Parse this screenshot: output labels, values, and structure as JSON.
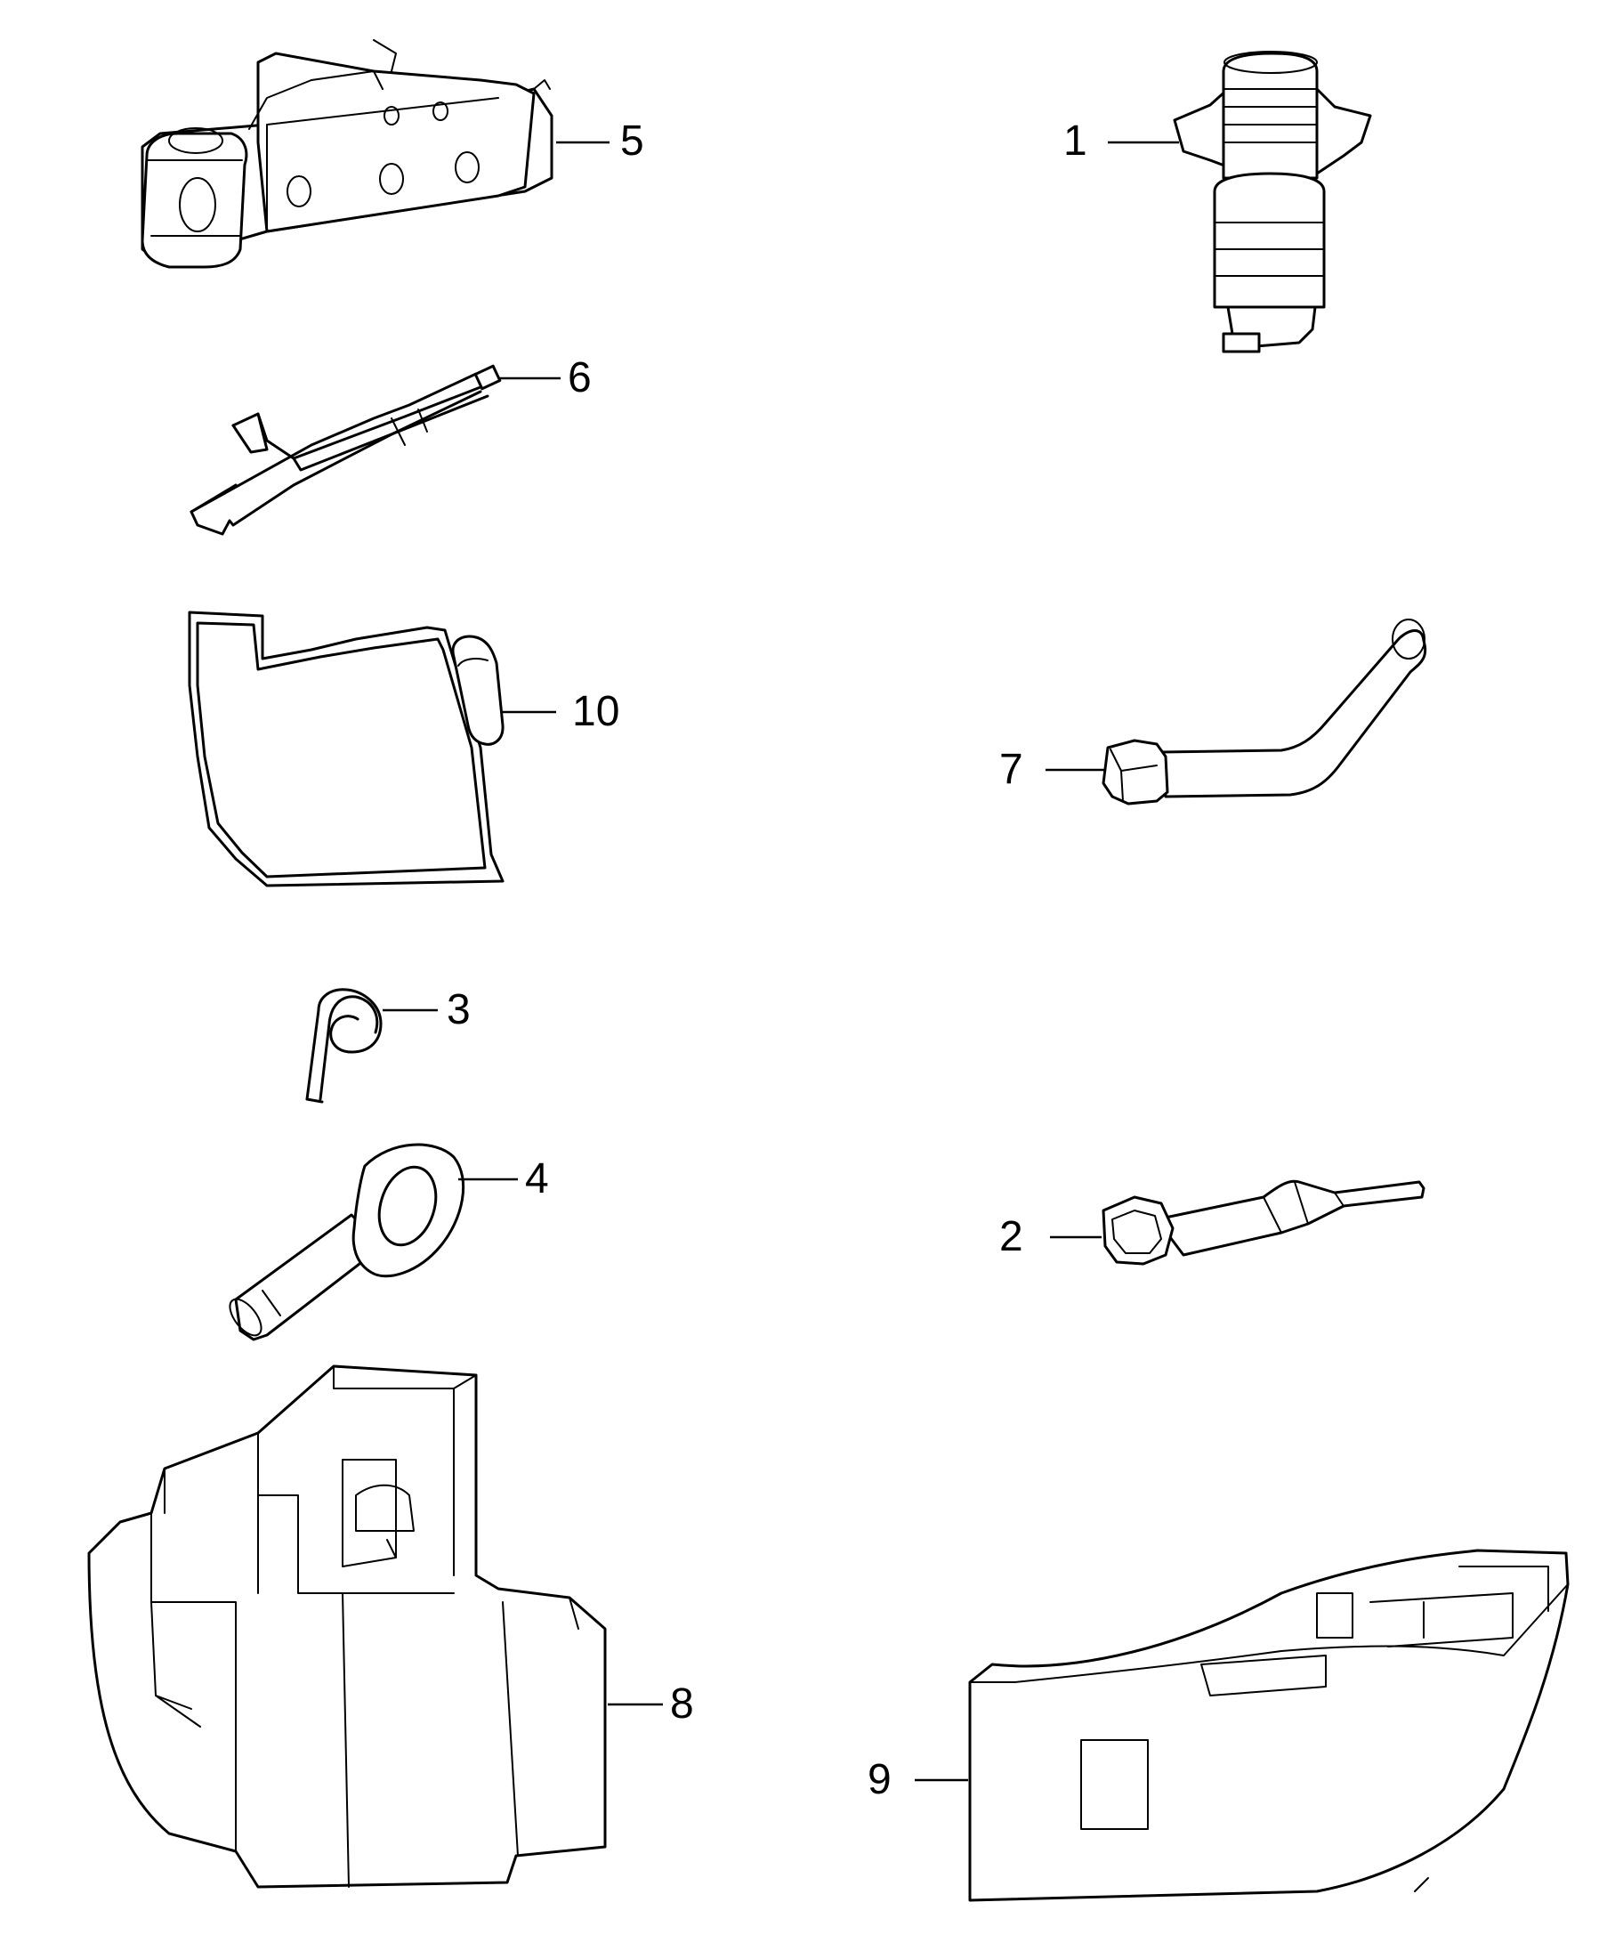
{
  "diagram": {
    "callouts": [
      {
        "id": "1",
        "part": "jack-screw-spindle"
      },
      {
        "id": "2",
        "part": "towing-eye-tool"
      },
      {
        "id": "3",
        "part": "retaining-spring-clip"
      },
      {
        "id": "4",
        "part": "towing-eye"
      },
      {
        "id": "5",
        "part": "vehicle-jack"
      },
      {
        "id": "6",
        "part": "jack-crank-handle"
      },
      {
        "id": "7",
        "part": "wheel-bolt-wrench"
      },
      {
        "id": "8",
        "part": "tool-kit-foam-insert-left"
      },
      {
        "id": "9",
        "part": "tool-kit-foam-insert-right"
      },
      {
        "id": "10",
        "part": "retaining-wire-bracket"
      }
    ]
  }
}
